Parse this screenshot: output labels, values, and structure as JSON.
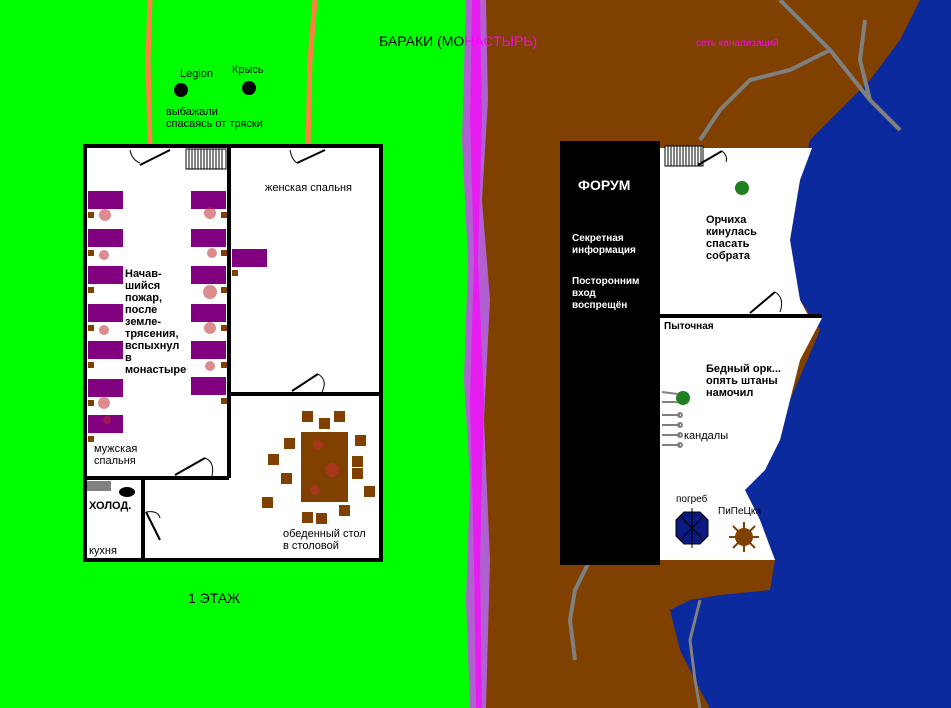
{
  "title": {
    "part1": "БАРАКИ (МО",
    "part2": "НАСТЫРЬ)"
  },
  "sewer_label": "сеть канализаций",
  "floor_label": "1 ЭТАЖ",
  "characters": {
    "legion": "Legion",
    "krys": "Крысь",
    "fled_note": "выбажали\nспасаясь от тряски"
  },
  "monastery": {
    "female_bedroom": "женская спальня",
    "fire_note": "Начав-\nшийся\nпожар,\nпосле\nземле-\nтрясения,\nвспыхнул\nв\nмонастыре",
    "male_bedroom": "мужская\nспальня",
    "fridge": "ХОЛОД.",
    "kitchen": "кухня",
    "dining_table": "обеденный стол\nв столовой"
  },
  "forum": {
    "title": "ФОРУМ",
    "secret": "Секретная\nинформация",
    "no_entry": "Посторонним\nвход\nвоспрещён",
    "orc_girl_note": "Орчиха\nкинулась\nспасать\nсобрата",
    "torture_room": "Пыточная",
    "poor_orc_note": "Бедный орк...\nопять штаны\nнамочил",
    "shackles": "кандалы",
    "cellar": "погреб",
    "stove": "ПиПеЦка"
  },
  "colors": {
    "grass": "#00ff00",
    "ground": "#804000",
    "water": "#0a2a9e",
    "wall": "#000000",
    "bed": "#800080",
    "furniture": "#804000",
    "rope": "#ff8040",
    "road": "#808080",
    "magenta": "#ff00ff"
  }
}
